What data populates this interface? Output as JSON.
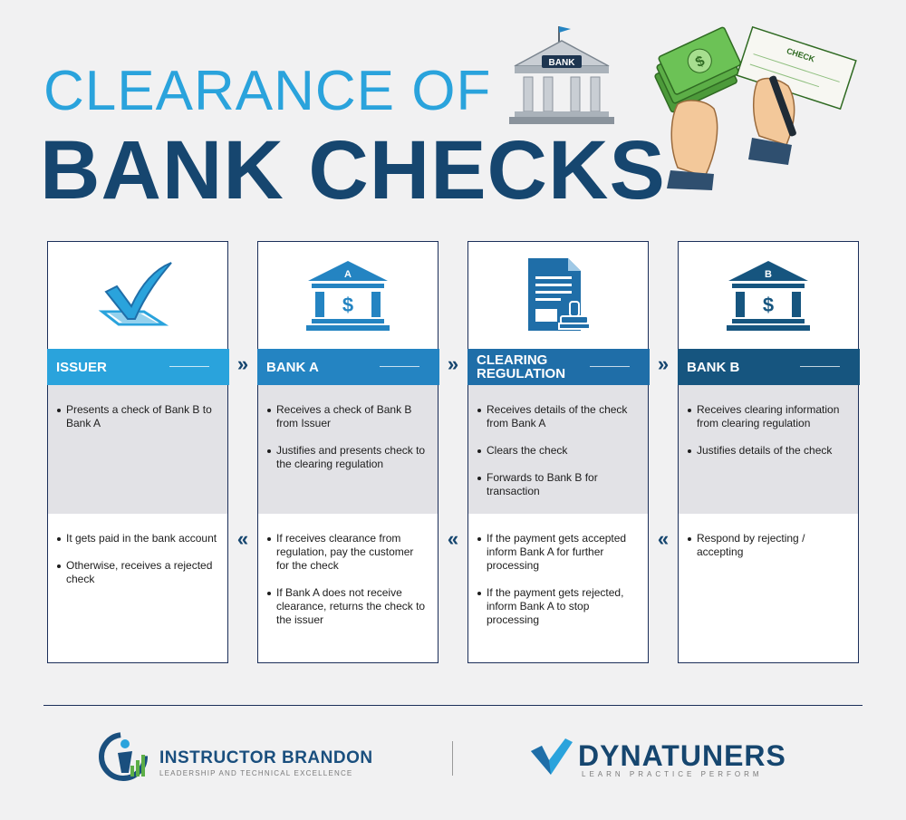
{
  "title": {
    "line1": "CLEARANCE OF",
    "line2": "BANK CHECKS"
  },
  "illustration": {
    "bank_sign": "BANK",
    "check_label": "CHECK"
  },
  "columns": [
    {
      "header": "ISSUER",
      "header_color": "#2aa3dc",
      "icon": "checkmark-icon",
      "upper": [
        "Presents a check of Bank B to Bank A"
      ],
      "lower": [
        "It gets paid in the bank account",
        "Otherwise, receives a rejected check"
      ]
    },
    {
      "header": "BANK A",
      "header_color": "#2484c2",
      "icon": "bank-icon",
      "icon_letter": "A",
      "upper": [
        "Receives a check of Bank B from Issuer",
        "Justifies and presents check to the clearing regulation"
      ],
      "lower": [
        "If receives clearance from regulation, pay the customer for the check",
        "If Bank A does not receive clearance, returns the check to the issuer"
      ]
    },
    {
      "header_line1": "CLEARING",
      "header_line2": "REGULATION",
      "header_color": "#1f6ea8",
      "icon": "document-stamp-icon",
      "upper": [
        "Receives details of the check from Bank A",
        "Clears the check",
        "Forwards to Bank B for transaction"
      ],
      "lower": [
        "If the payment gets accepted inform Bank A for further processing",
        "If the payment gets rejected, inform Bank A to stop processing"
      ]
    },
    {
      "header": "BANK B",
      "header_color": "#16557f",
      "icon": "bank-icon",
      "icon_letter": "B",
      "upper": [
        "Receives clearing information from clearing regulation",
        "Justifies details of the check"
      ],
      "lower": [
        "Respond by rejecting / accepting"
      ]
    }
  ],
  "arrows": {
    "forward": "»",
    "back": "«"
  },
  "footer": {
    "logo1_name": "INSTRUCTOR BRANDON",
    "logo1_tagline": "LEADERSHIP AND TECHNICAL EXCELLENCE",
    "logo2_name": "DYNATUNERS",
    "logo2_tagline": "LEARN PRACTICE PERFORM"
  },
  "colors": {
    "dark_blue": "#16466f",
    "light_blue": "#2aa3dc",
    "border": "#1c2f5a"
  }
}
